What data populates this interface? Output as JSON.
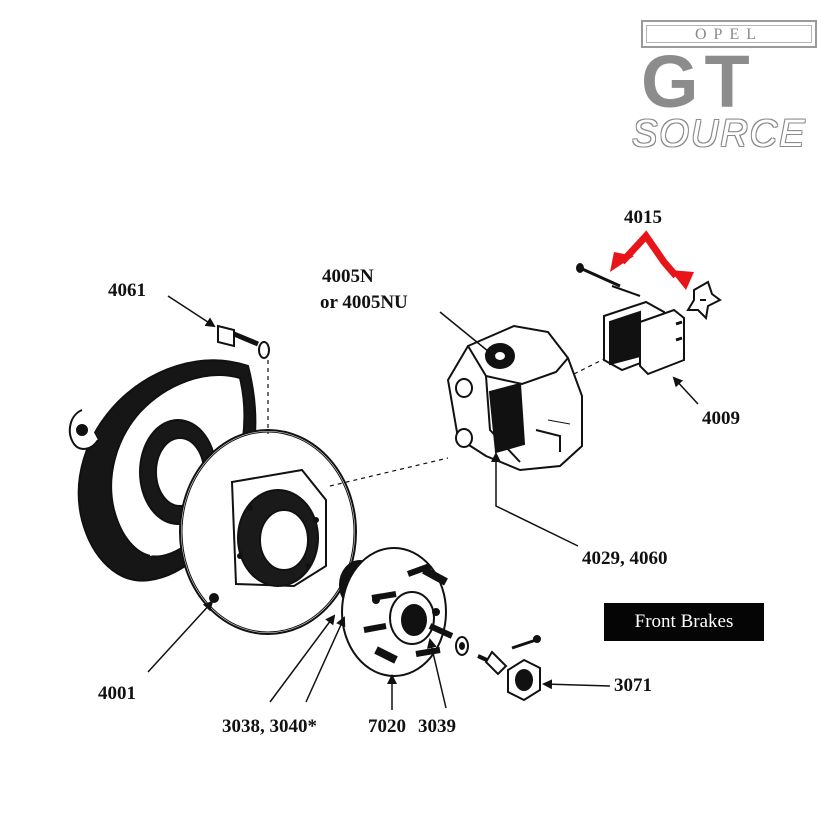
{
  "logo": {
    "brand_top": "OPEL",
    "brand_mid": "GT",
    "brand_bottom": "SOURCE"
  },
  "title_badge": "Front Brakes",
  "callouts": {
    "c4061": "4061",
    "c4005_line1": "4005N",
    "c4005_line2": "or 4005NU",
    "c4015": "4015",
    "c4009": "4009",
    "c4029": "4029, 4060",
    "c4001": "4001",
    "c3038": "3038, 3040*",
    "c7020": "7020",
    "c3039": "3039",
    "c3071": "3071"
  },
  "colors": {
    "ink": "#111111",
    "highlight_arrow": "#e8141a",
    "logo_gray": "#8c8c8c",
    "badge_bg": "#050505"
  },
  "icons": {
    "red_arrow": "double-headed-arrow-icon"
  }
}
